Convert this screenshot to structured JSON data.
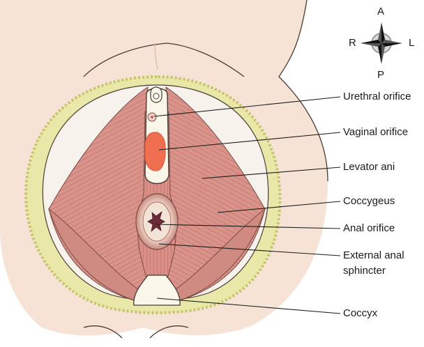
{
  "compass": {
    "anterior": "A",
    "posterior": "P",
    "right": "R",
    "left": "L"
  },
  "labels": {
    "urethral_orifice": "Urethral orifice",
    "vaginal_orifice": "Vaginal orifice",
    "levator_ani": "Levator ani",
    "coccygeus": "Coccygeus",
    "anal_orifice": "Anal orifice",
    "external_anal_sphincter_line1": "External anal",
    "external_anal_sphincter_line2": "sphincter",
    "coccyx": "Coccyx"
  },
  "colors": {
    "skin": "#f6e3d6",
    "fat": "#e9e8a8",
    "muscle": "#d9938a",
    "muscle_stripe": "#b86a62",
    "vaginal_orifice": "#ef6f50",
    "bone": "#fbf6ea",
    "outline": "#4a3a34"
  }
}
